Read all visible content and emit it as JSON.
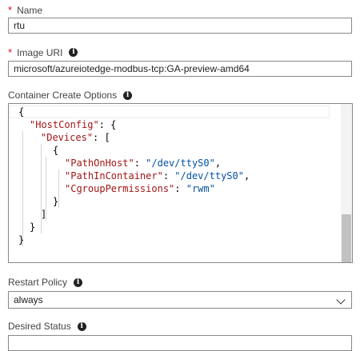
{
  "name": {
    "label": "Name",
    "required_mark": "*",
    "value": "rtu"
  },
  "image_uri": {
    "label": "Image URI",
    "required_mark": "*",
    "value": "microsoft/azureiotedge-modbus-tcp:GA-preview-amd64",
    "info_icon": "info-icon"
  },
  "container_options": {
    "label": "Container Create Options",
    "info_icon": "info-icon",
    "code": {
      "l1": "{",
      "l2_key": "\"HostConfig\"",
      "l2_rest": ": {",
      "l3_key": "\"Devices\"",
      "l3_rest": ": [",
      "l4": "{",
      "l5_key": "\"PathOnHost\"",
      "l5_sep": ": ",
      "l5_val": "\"/dev/ttyS0\"",
      "l5_end": ",",
      "l6_key": "\"PathInContainer\"",
      "l6_sep": ": ",
      "l6_val": "\"/dev/ttyS0\"",
      "l6_end": ",",
      "l7_key": "\"CgroupPermissions\"",
      "l7_sep": ": ",
      "l7_val": "\"rwm\"",
      "l8": "}",
      "l9": "]",
      "l10": "}",
      "l11": "}"
    }
  },
  "restart_policy": {
    "label": "Restart Policy",
    "value": "always",
    "info_icon": "info-icon",
    "dropdown_icon": "chevron-down-icon"
  },
  "desired_status": {
    "label": "Desired Status",
    "info_icon": "info-icon"
  },
  "colors": {
    "required": "#e00b1c",
    "json_key": "#a31515",
    "json_string": "#0451a5",
    "border": "#8a8886"
  }
}
